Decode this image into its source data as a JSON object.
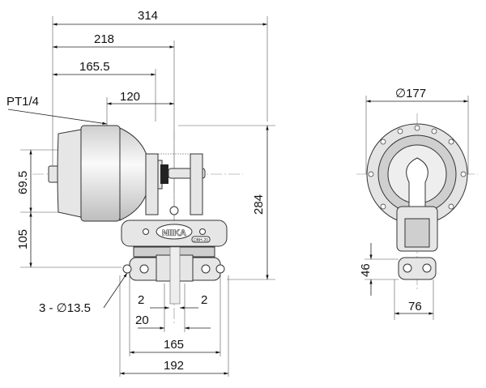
{
  "side_view": {
    "dims": {
      "overall_length": "314",
      "len_218": "218",
      "len_165_5": "165.5",
      "len_120": "120",
      "height_284": "284",
      "height_69_5": "69.5",
      "height_105": "105",
      "gap_left": "2",
      "gap_right": "2",
      "width_20": "20",
      "mount_165": "165",
      "base_192": "192"
    },
    "port_label": "PT1/4",
    "holes_label": "3 - ∅13.5",
    "logo": "NIIKA",
    "model_badge": "DBH-20"
  },
  "front_view": {
    "dims": {
      "diameter": "∅177",
      "height_46": "46",
      "width_76": "76"
    }
  }
}
